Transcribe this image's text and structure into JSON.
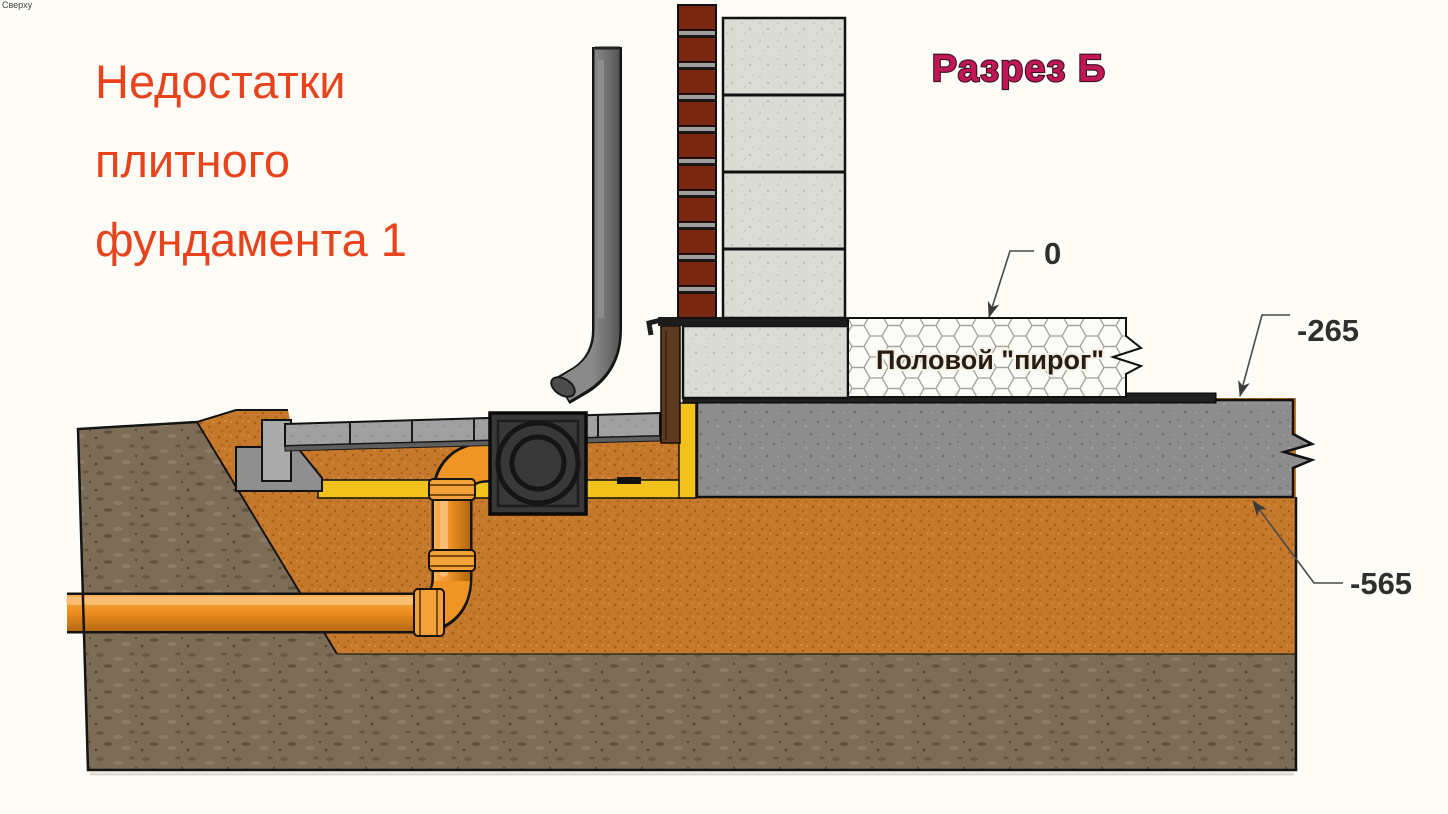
{
  "view_label": "Сверху",
  "title": {
    "lines": [
      "Недостатки",
      "плитного",
      "фундамента 1"
    ],
    "color": "#E7441D"
  },
  "section_label": {
    "text": "Разрез Б",
    "fill": "#C21757",
    "outline": "#38101F"
  },
  "diagram": {
    "floor_pie_label": "Половой \"пирог\"",
    "elevation_marks": [
      {
        "value": "0"
      },
      {
        "value": "-265"
      },
      {
        "value": "-565"
      }
    ],
    "colors": {
      "sewer_pipe": "#F09023",
      "membrane_yellow": "#F2C11C",
      "backfill_soil": "#C6792B",
      "native_soil": "#7E6D56",
      "concrete_slab": "#8D8D8D",
      "wall_blocks": "#DCDCD6",
      "bricks": "#7A2810",
      "vent_pipe": "#707070"
    }
  }
}
